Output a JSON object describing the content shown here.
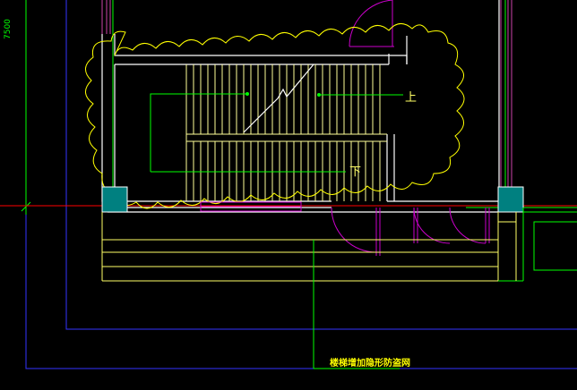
{
  "drawing": {
    "dimension_text": "7500",
    "stair_up_label": "上",
    "stair_down_label": "下",
    "annotation_text": "楼梯增加隐形防盗网"
  },
  "colors": {
    "background": "#000000",
    "wall": "#ffffff",
    "stair_lines": "#ffff99",
    "revision_cloud": "#ffff00",
    "door_swing": "#cc00cc",
    "column_fill": "#008080",
    "axis_line": "#ff0000",
    "dimension_line": "#00ff00",
    "outline_blue": "#3333ff",
    "leader_line": "#00ff00"
  }
}
